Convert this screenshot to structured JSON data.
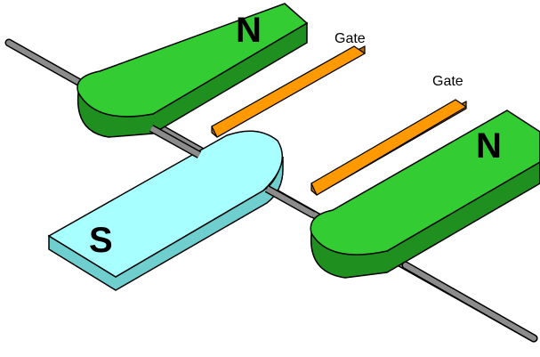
{
  "labels": {
    "left_lead": "N",
    "right_lead": "N",
    "island": "S",
    "gate_left": "Gate",
    "gate_right": "Gate"
  },
  "colors": {
    "nanowire": "#8c8c8c",
    "normal_lead_top": "#33cc33",
    "normal_lead_side": "#1f8f1f",
    "superconductor_top": "#a8ffff",
    "superconductor_side": "#6fcfcf",
    "gate_top": "#ff9900",
    "gate_side": "#b86a00",
    "outline": "#000000"
  }
}
